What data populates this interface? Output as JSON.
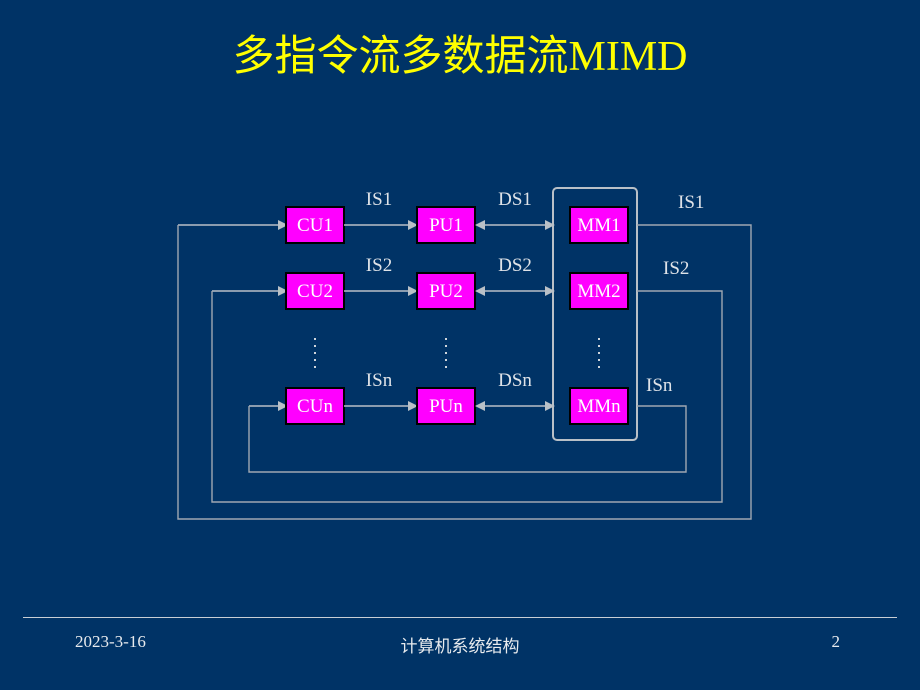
{
  "slide": {
    "title": "多指令流多数据流MIMD",
    "title_color": "#ffff00",
    "background_color": "#003366"
  },
  "diagram": {
    "box_fill_color": "#ff00ff",
    "box_text_color": "#ffffff",
    "wire_color": "#b9c0c7",
    "rows": [
      {
        "cu": "CU1",
        "pu": "PU1",
        "mm": "MM1",
        "is": "IS1",
        "ds": "DS1",
        "feedback": "IS1"
      },
      {
        "cu": "CU2",
        "pu": "PU2",
        "mm": "MM2",
        "is": "IS2",
        "ds": "DS2",
        "feedback": "IS2"
      },
      {
        "cu": "CUn",
        "pu": "PUn",
        "mm": "MMn",
        "is": "ISn",
        "ds": "DSn",
        "feedback": "ISn"
      }
    ],
    "ellipsis": "⋮"
  },
  "footer": {
    "date": "2023-3-16",
    "center": "计算机系统结构",
    "page": "2"
  }
}
